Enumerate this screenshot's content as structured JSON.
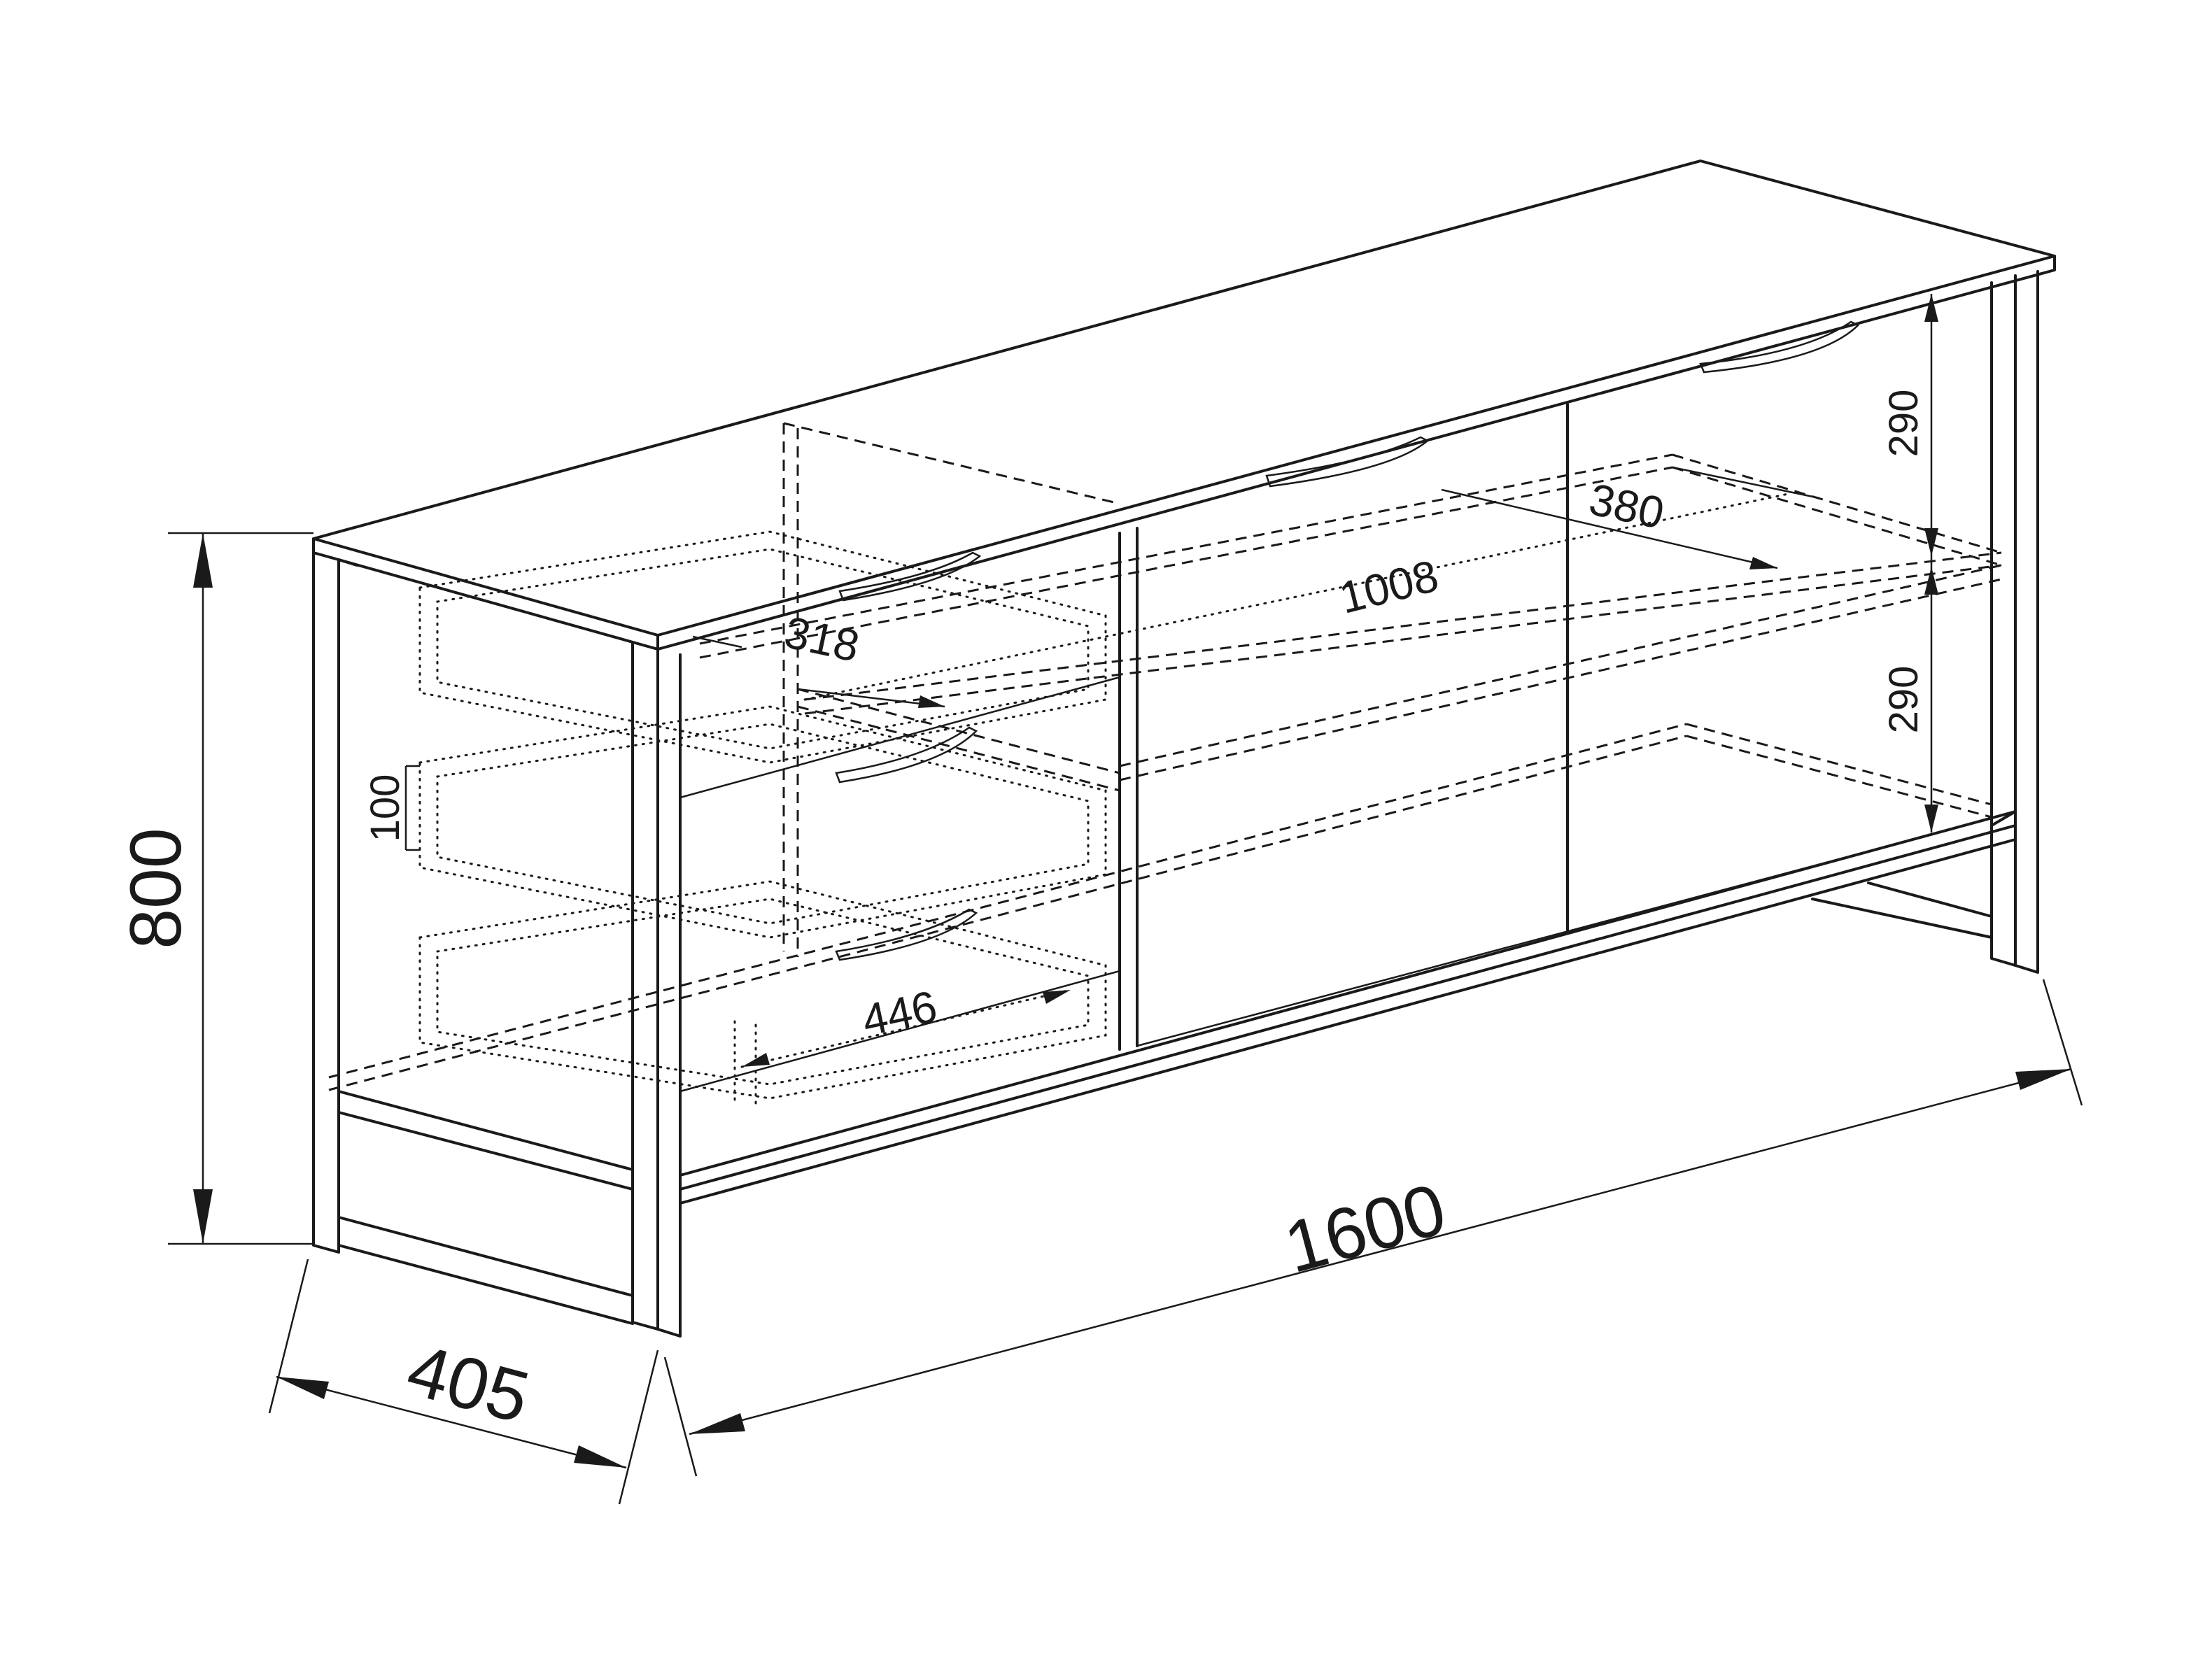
{
  "dimensions": {
    "height": "800",
    "depth": "405",
    "width": "1600",
    "shelf_spacing_upper": "290",
    "shelf_spacing_lower": "290",
    "shelf_depth": "380",
    "compartment_width": "1008",
    "drawer_depth": "318",
    "drawer_height": "100",
    "drawer_width": "446"
  }
}
